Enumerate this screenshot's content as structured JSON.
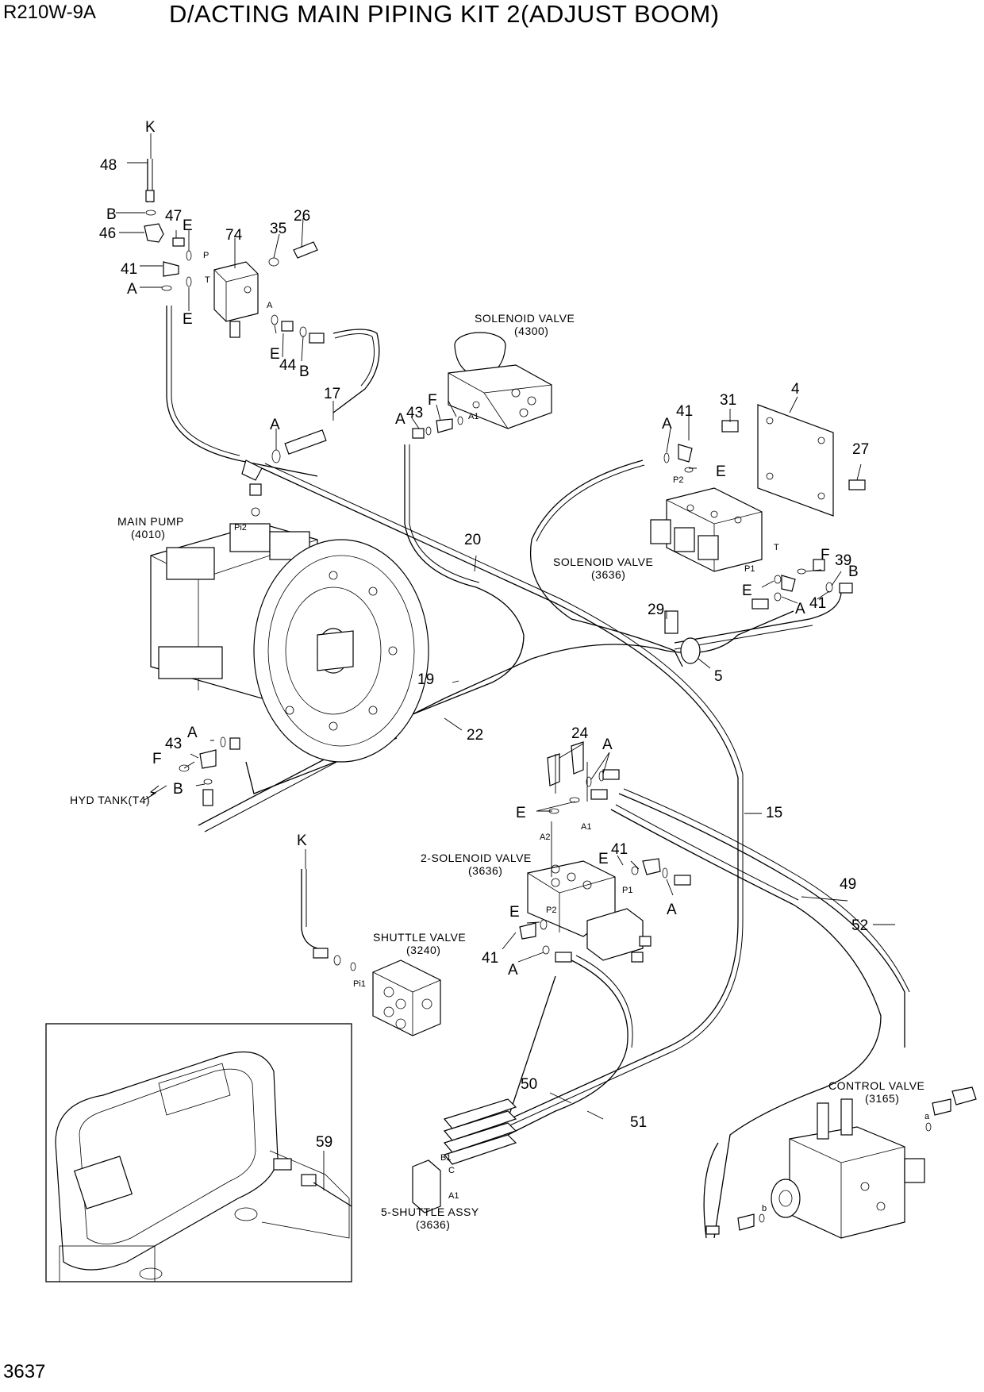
{
  "header": {
    "model": "R210W-9A",
    "title": "D/ACTING MAIN PIPING KIT 2(ADJUST BOOM)",
    "page_number": "3637"
  },
  "components": {
    "main_pump": {
      "name": "MAIN PUMP",
      "code": "(4010)"
    },
    "solenoid_valve_top": {
      "name": "SOLENOID VALVE",
      "code": "(4300)"
    },
    "solenoid_valve_right": {
      "name": "SOLENOID VALVE",
      "code": "(3636)"
    },
    "two_solenoid_valve": {
      "name": "2-SOLENOID VALVE",
      "code": "(3636)"
    },
    "shuttle_valve": {
      "name": "SHUTTLE VALVE",
      "code": "(3240)"
    },
    "shuttle_assy": {
      "name": "5-SHUTTLE ASSY",
      "code": "(3636)"
    },
    "control_valve": {
      "name": "CONTROL VALVE",
      "code": "(3165)"
    },
    "hyd_tank": "HYD TANK(T4)"
  },
  "part_labels": [
    "K",
    "48",
    "B",
    "46",
    "47",
    "E",
    "74",
    "35",
    "26",
    "41",
    "A",
    "E",
    "E",
    "44",
    "B",
    "17",
    "A",
    "43",
    "F",
    "A",
    "41",
    "31",
    "4",
    "A",
    "E",
    "27",
    "20",
    "F",
    "39",
    "B",
    "E",
    "A",
    "41",
    "29",
    "5",
    "19",
    "22",
    "43",
    "A",
    "F",
    "B",
    "24",
    "A",
    "E",
    "15",
    "41",
    "E",
    "A",
    "49",
    "K",
    "E",
    "41",
    "A",
    "52",
    "50",
    "51",
    "59"
  ],
  "port_labels": [
    "P",
    "T",
    "A",
    "A1",
    "P2",
    "T",
    "P1",
    "Pi2",
    "A2",
    "A1",
    "P1",
    "P2",
    "Pi1",
    "B1",
    "C",
    "A1",
    "b",
    "a"
  ]
}
